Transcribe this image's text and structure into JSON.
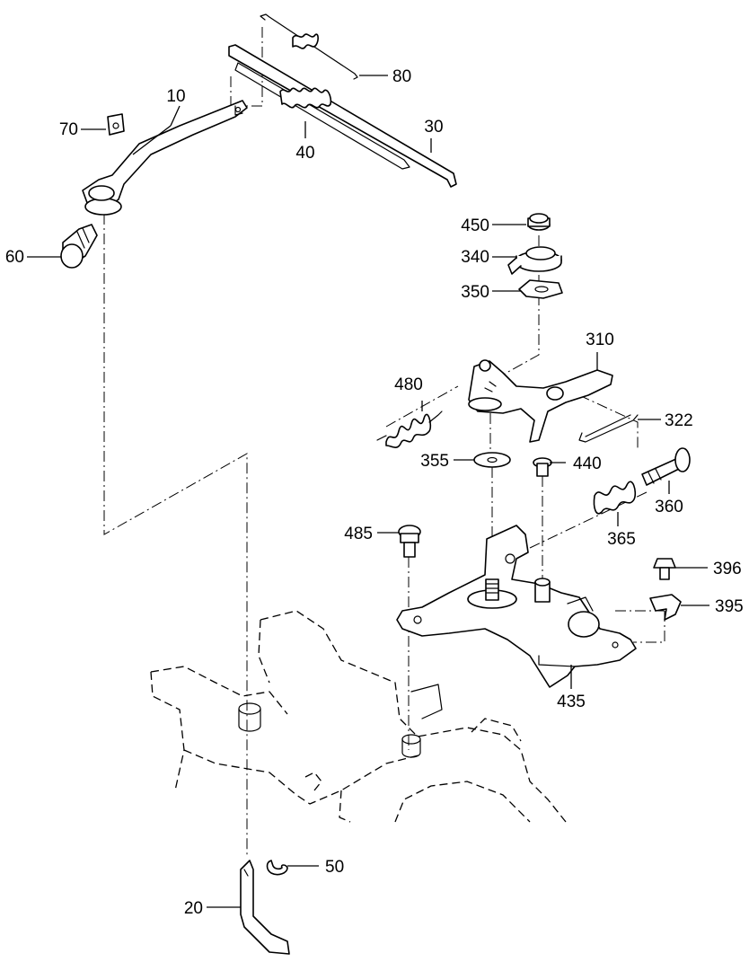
{
  "parts": {
    "p10": "10",
    "p20": "20",
    "p30": "30",
    "p40": "40",
    "p50": "50",
    "p60": "60",
    "p70": "70",
    "p80": "80",
    "p310": "310",
    "p322": "322",
    "p340": "340",
    "p350": "350",
    "p355": "355",
    "p360": "360",
    "p365": "365",
    "p395": "395",
    "p396": "396",
    "p435": "435",
    "p440": "440",
    "p450": "450",
    "p480": "480",
    "p485": "485"
  }
}
